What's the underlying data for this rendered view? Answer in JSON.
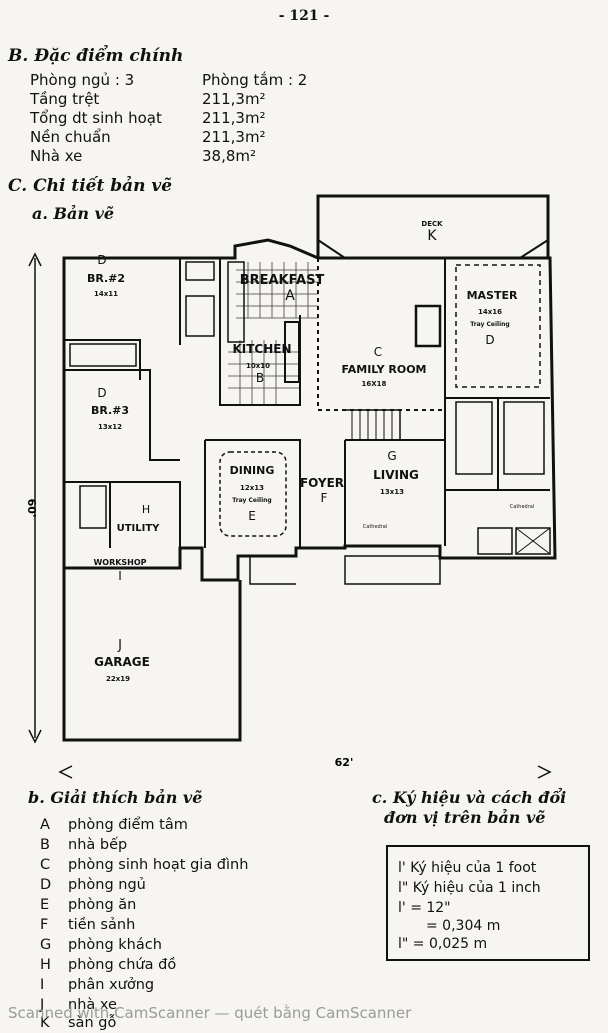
{
  "page_number": "- 121 -",
  "section_b": {
    "heading": "B. Đặc điểm chính",
    "rows": [
      {
        "label": "Phòng ngủ : 3",
        "value": "Phòng tắm : 2"
      },
      {
        "label": "Tầng trệt",
        "value": "211,3m²"
      },
      {
        "label": "Tổng dt sinh hoạt",
        "value": "211,3m²"
      },
      {
        "label": "Nền chuẩn",
        "value": "211,3m²"
      },
      {
        "label": "Nhà xe",
        "value": "38,8m²"
      }
    ]
  },
  "section_c": {
    "heading": "C. Chi tiết bản vẽ",
    "sub_a": "a. Bản vẽ",
    "sub_b": "b. Giải thích bản vẽ",
    "sub_c_line1": "c. Ký hiệu và cách đổi",
    "sub_c_line2": "đơn vị trên bản vẽ"
  },
  "plan": {
    "rooms": {
      "deck": {
        "name": "DECK",
        "letter": "K"
      },
      "br2": {
        "name": "BR.#2",
        "size": "14x11",
        "letter": "D"
      },
      "breakfast": {
        "name": "BREAKFAST",
        "letter": "A"
      },
      "master": {
        "name": "MASTER",
        "size": "14x16",
        "note": "Tray Ceiling",
        "letter": "D"
      },
      "kitchen": {
        "name": "KITCHEN",
        "size": "10x10",
        "letter": "B"
      },
      "family": {
        "name": "FAMILY ROOM",
        "size": "16X18",
        "letter": "C"
      },
      "br3": {
        "name": "BR.#3",
        "size": "13x12",
        "letter": "D"
      },
      "dining": {
        "name": "DINING",
        "size": "12x13",
        "note": "Tray Ceiling",
        "letter": "E"
      },
      "foyer": {
        "name": "FOYER",
        "letter": "F"
      },
      "living": {
        "name": "LIVING",
        "size": "13x13",
        "letter": "G",
        "note": "Cathedral"
      },
      "utility": {
        "name": "UTILITY",
        "letter": "H"
      },
      "workshop": {
        "name": "WORKSHOP",
        "letter": "I"
      },
      "garage": {
        "name": "GARAGE",
        "size": "22x19",
        "letter": "J"
      }
    },
    "bath_note": "Cathedral",
    "dim_height": "60'",
    "dim_width": "62'"
  },
  "legend": [
    {
      "key": "A",
      "text": "phòng điểm tâm"
    },
    {
      "key": "B",
      "text": "nhà bếp"
    },
    {
      "key": "C",
      "text": "phòng sinh hoạt gia đình"
    },
    {
      "key": "D",
      "text": "phòng ngủ"
    },
    {
      "key": "E",
      "text": "phòng ăn"
    },
    {
      "key": "F",
      "text": "tiền sảnh"
    },
    {
      "key": "G",
      "text": "phòng khách"
    },
    {
      "key": "H",
      "text": "phòng chứa đồ"
    },
    {
      "key": "I",
      "text": "phân xưởng"
    },
    {
      "key": "J",
      "text": "nhà xe"
    },
    {
      "key": "K",
      "text": "sàn gỗ"
    }
  ],
  "units": [
    "l' Ký hiệu của 1 foot",
    "l\" Ký hiệu của 1 inch",
    "l' = 12\"",
    "= 0,304 m",
    "l\" = 0,025 m"
  ],
  "watermark": "Scanned with CamScanner — quét bằng CamScanner"
}
